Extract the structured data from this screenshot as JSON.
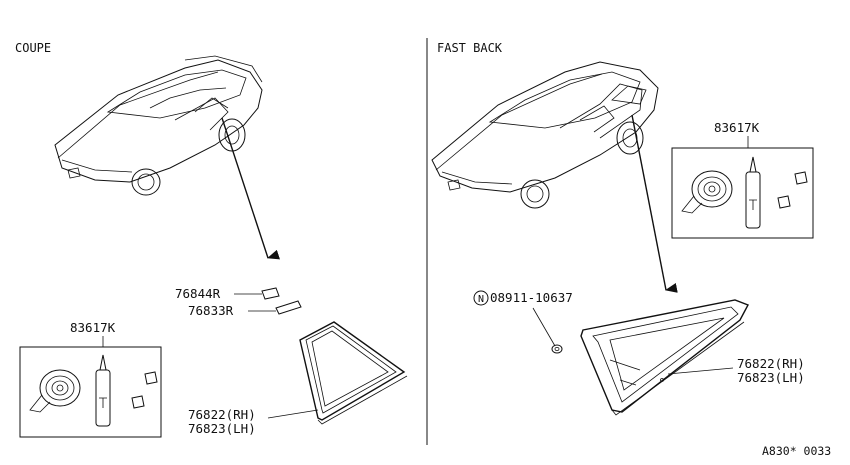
{
  "sections": {
    "coupe": {
      "title": "COUPE"
    },
    "fastback": {
      "title": "FAST BACK"
    }
  },
  "coupe_parts": {
    "p76844": "76844R",
    "p76833": "76833R",
    "kit": "83617K",
    "glass_rh": "76822(RH)",
    "glass_lh": "76823(LH)"
  },
  "fastback_parts": {
    "kit": "83617K",
    "nut": "08911-10637",
    "nut_symbol": "N",
    "glass_rh": "76822(RH)",
    "glass_lh": "76823(LH)"
  },
  "diagram_code": "A830* 0033"
}
